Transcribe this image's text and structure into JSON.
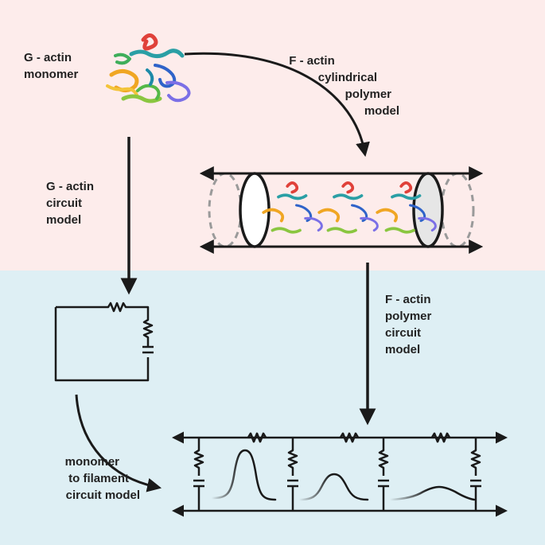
{
  "colors": {
    "top_panel": "#fdeceb",
    "bottom_panel": "#deeff4",
    "ink": "#1a1a1a",
    "dash": "#9a9a9a",
    "ellipse_fill": "#e6e6e6"
  },
  "icons": {
    "protein": "protein-ribbon-icon",
    "resistor": "resistor-symbol",
    "capacitor": "capacitor-symbol"
  },
  "labels": {
    "g_actin_monomer": [
      "G - actin",
      "monomer"
    ],
    "f_actin_cylinder": [
      "F - actin",
      "cylindrical",
      "polymer",
      "model"
    ],
    "g_actin_circuit": [
      "G - actin",
      "circuit",
      "model"
    ],
    "f_actin_polymer_circuit": [
      "F - actin",
      "polymer",
      "circuit",
      "model"
    ],
    "monomer_to_filament": [
      "monomer",
      "to filament",
      "circuit model"
    ]
  }
}
